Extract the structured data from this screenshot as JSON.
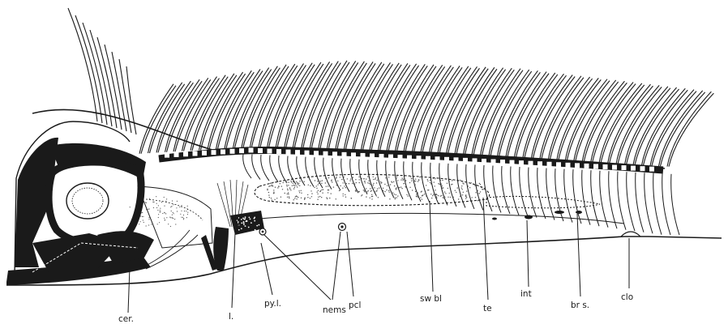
{
  "labels": {
    "cer": "cer.",
    "l": "l.",
    "pyl": "py.l.",
    "nems": "nems",
    "pcl": "pcl",
    "swbl": "sw bl",
    "te": "te",
    "int": "int",
    "brs": "br s.",
    "clo": "clo"
  },
  "colors": {
    "ink": "#1a1a1a",
    "paper": "#ffffff",
    "stipple": "#555555"
  }
}
